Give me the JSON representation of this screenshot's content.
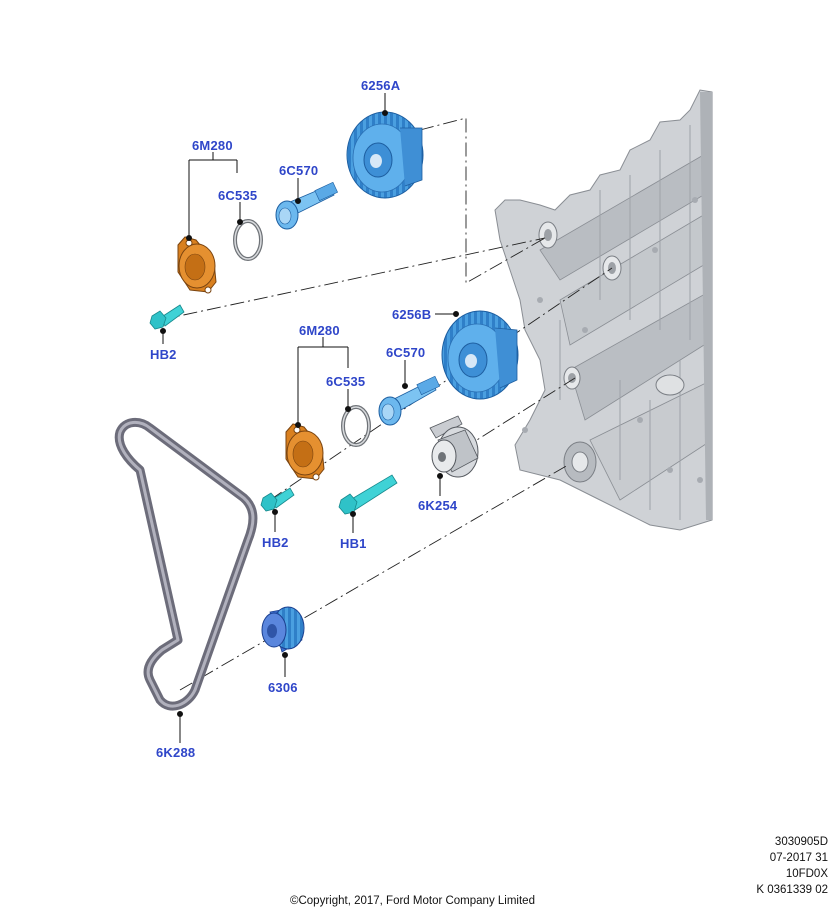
{
  "labels": {
    "sprocket_upper": "6256A",
    "sprocket_lower": "6256B",
    "pump_upper": "6M280",
    "pump_lower": "6M280",
    "seal_upper": "6C535",
    "seal_lower": "6C535",
    "bolt_upper": "6C570",
    "bolt_lower": "6C570",
    "hb2_upper": "HB2",
    "hb2_lower": "HB2",
    "hb1": "HB1",
    "tensioner": "6K254",
    "crank_sprocket": "6306",
    "belt": "6K288"
  },
  "reference": {
    "line1": "3030905D",
    "line2": "07-2017 31",
    "line3": "10FD0X",
    "line4": "K 0361339 02"
  },
  "copyright": "©Copyright, 2017, Ford Motor Company Limited",
  "colors": {
    "label_blue": "#2f46c9",
    "part_blue": "#4a9fe0",
    "part_orange": "#d9801f",
    "engine_grey": "#cfd2d6",
    "belt_grey": "#8a8a96"
  }
}
